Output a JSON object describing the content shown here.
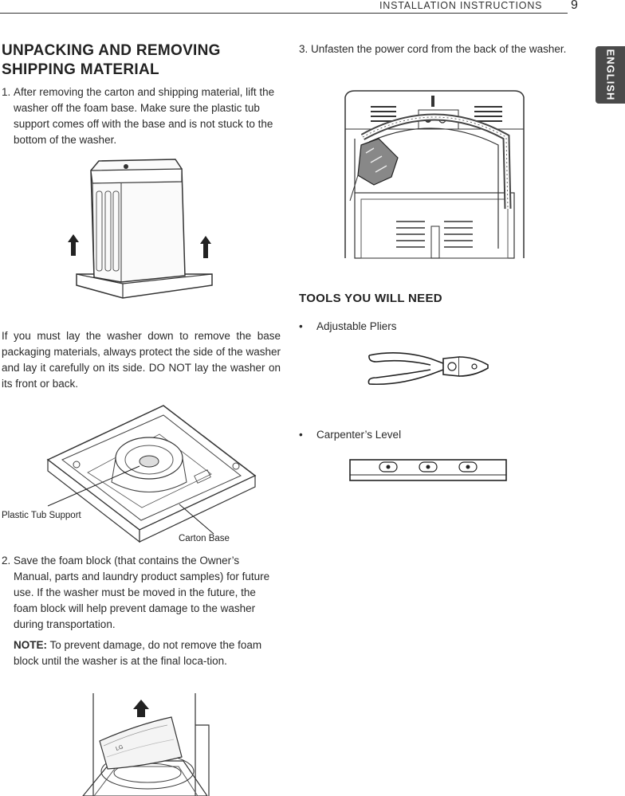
{
  "header": {
    "title": "INSTALLATION INSTRUCTIONS",
    "page_number": "9"
  },
  "side_tab": {
    "label": "ENGLISH"
  },
  "section1": {
    "title": "UNPACKING AND REMOVING SHIPPING MATERIAL",
    "step1_num": "1.",
    "step1_text": "After removing the carton and shipping material, lift the washer off the foam base. Make sure the plastic tub support comes off with the base and is not stuck to the bottom of the washer.",
    "lay_down_text": "If you must lay the washer down to remove the base packaging materials, always protect the side of the washer and lay it carefully on its side. DO NOT lay the washer on its front or back.",
    "label_tub_support": "Plastic Tub Support",
    "label_carton_base": "Carton Base",
    "step2_num": "2.",
    "step2_text": "Save the foam block (that contains the Owner’s Manual, parts and laundry product samples) for future use. If the washer must be moved in the future, the foam block will help prevent damage to the washer during transportation.",
    "note_label": "NOTE:",
    "note_text": "To prevent damage, do not remove the foam block until the washer is at the final loca-tion.",
    "foam_block_brand": "LG"
  },
  "section2": {
    "step3_num": "3.",
    "step3_text": "Unfasten the power cord from the back of the washer."
  },
  "tools": {
    "title": "TOOLS YOU WILL NEED",
    "bullet": "•",
    "items": [
      "Adjustable Pliers",
      "Carpenter’s Level"
    ]
  }
}
